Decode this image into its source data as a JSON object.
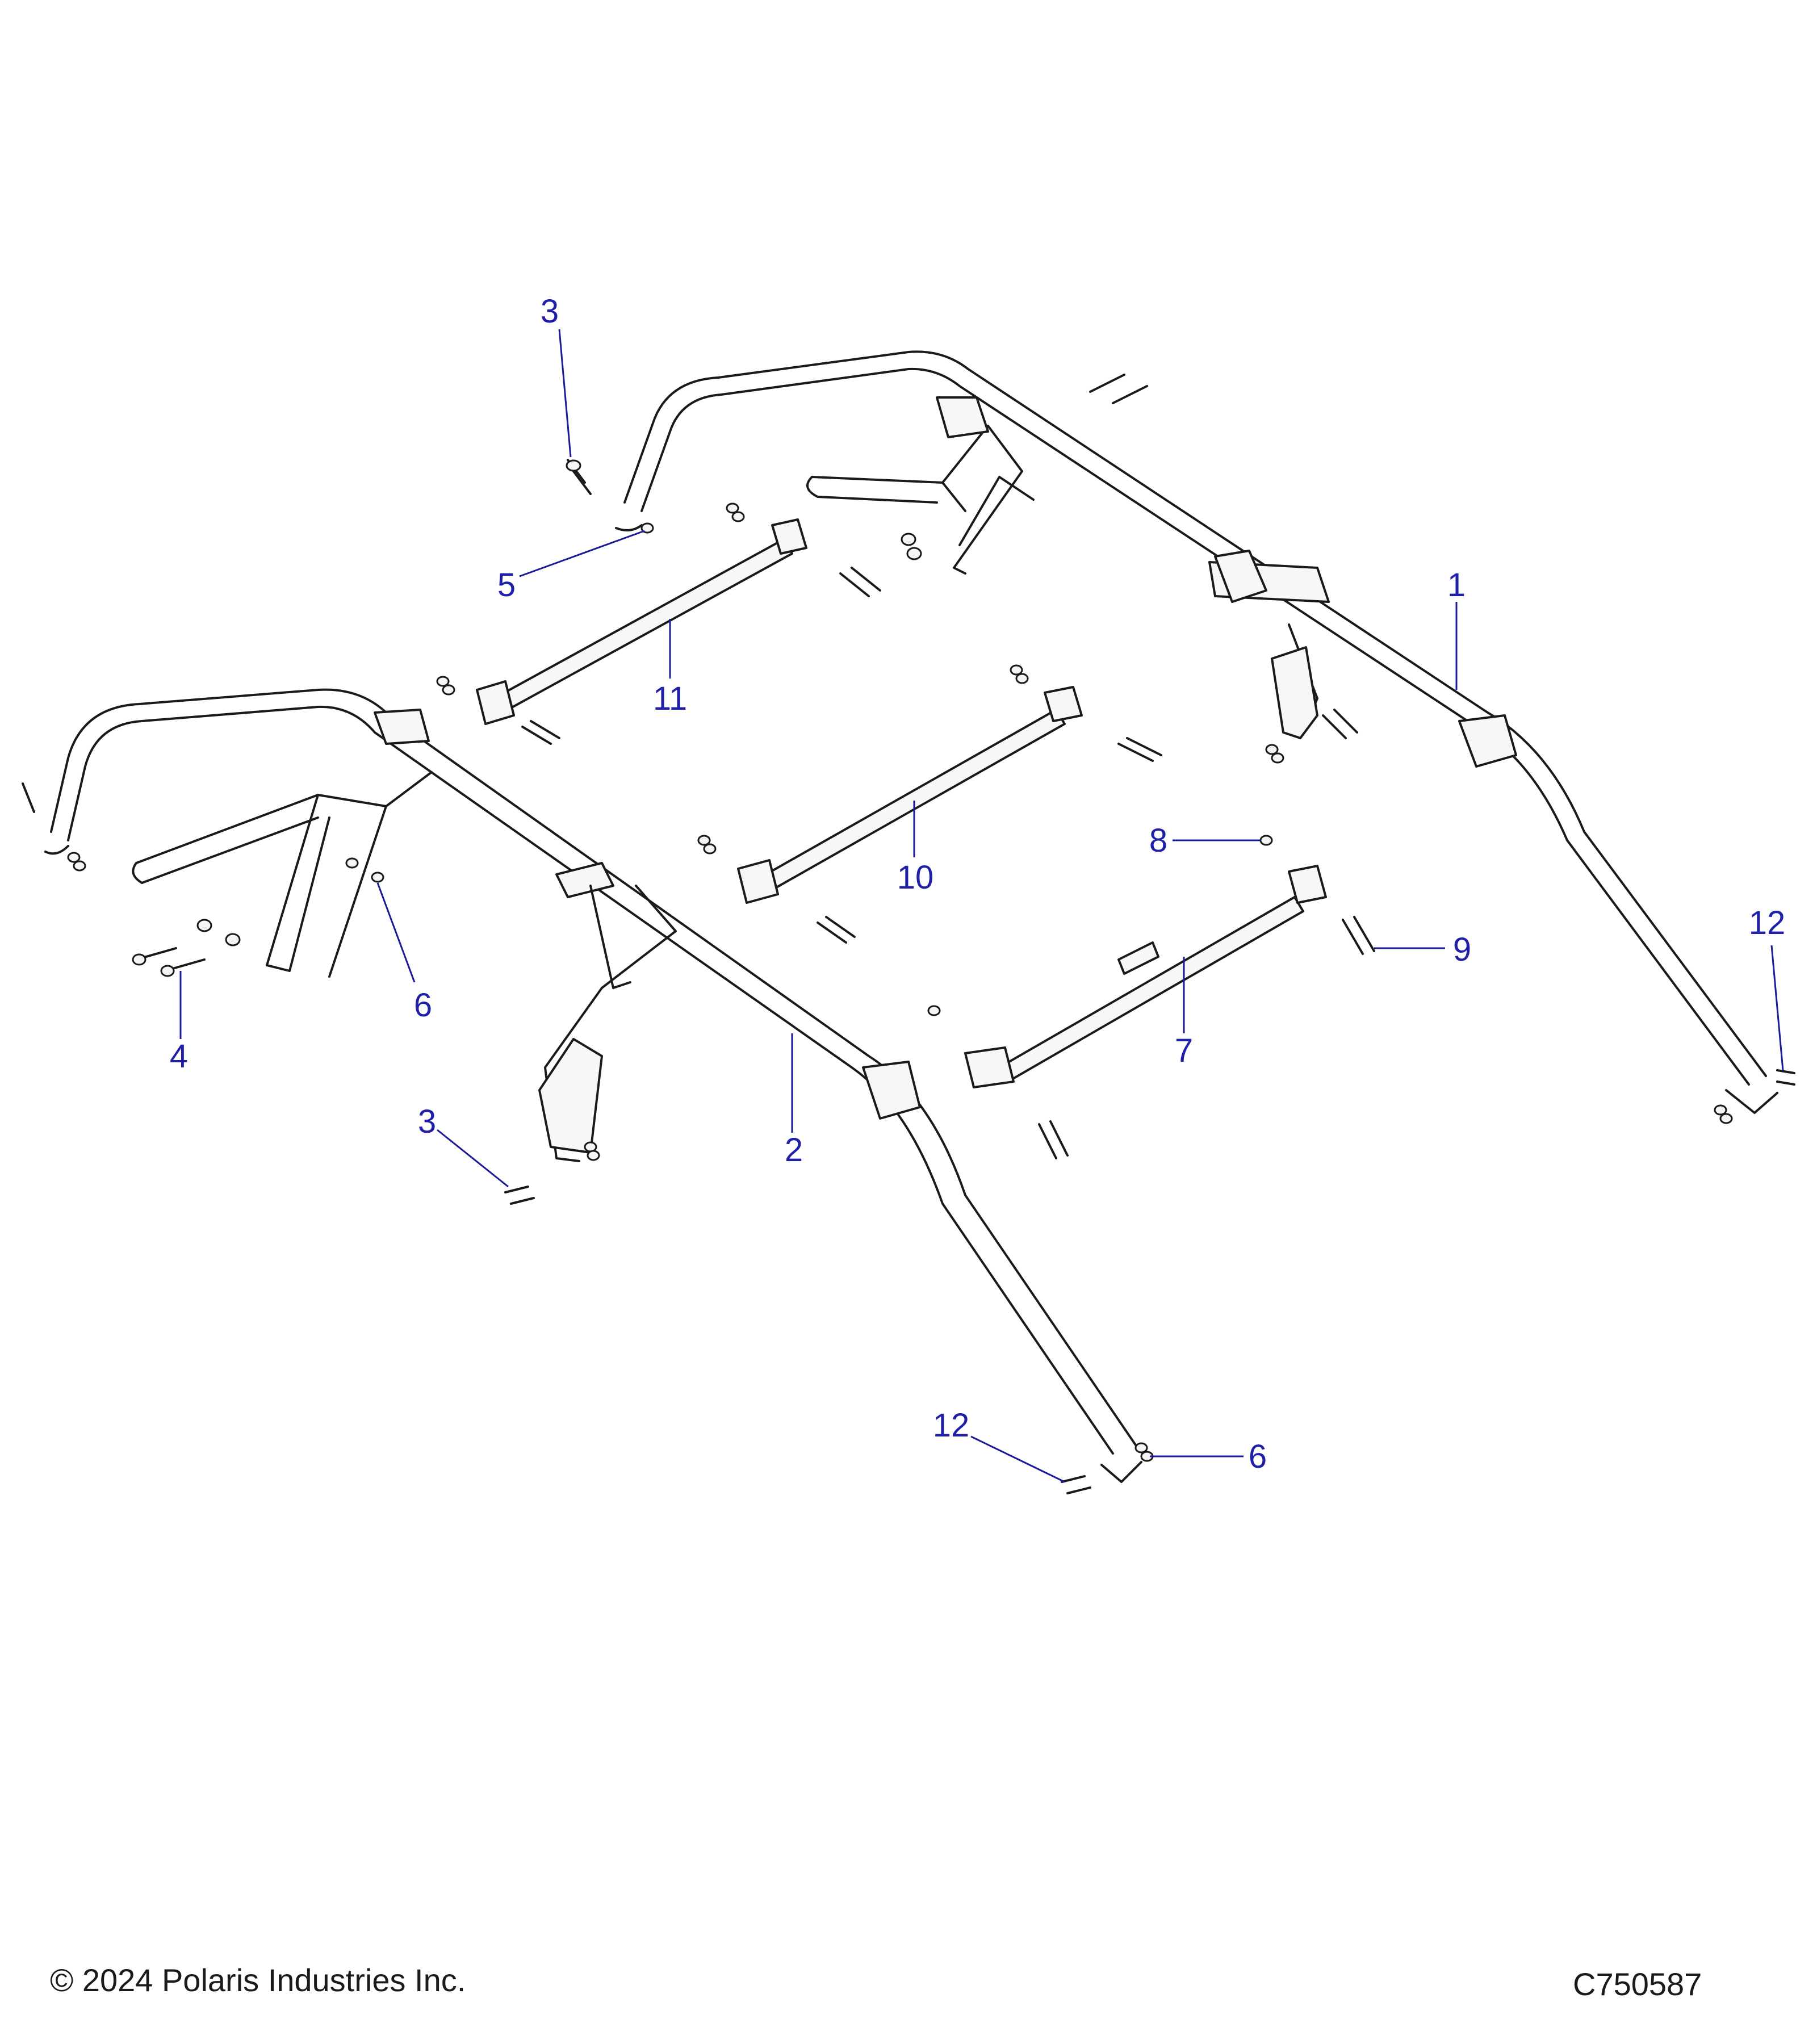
{
  "callouts": [
    {
      "id": "c1",
      "label": "1"
    },
    {
      "id": "c2",
      "label": "2"
    },
    {
      "id": "c3a",
      "label": "3"
    },
    {
      "id": "c3b",
      "label": "3"
    },
    {
      "id": "c4",
      "label": "4"
    },
    {
      "id": "c5",
      "label": "5"
    },
    {
      "id": "c6a",
      "label": "6"
    },
    {
      "id": "c6b",
      "label": "6"
    },
    {
      "id": "c7",
      "label": "7"
    },
    {
      "id": "c8",
      "label": "8"
    },
    {
      "id": "c9",
      "label": "9"
    },
    {
      "id": "c10",
      "label": "10"
    },
    {
      "id": "c11",
      "label": "11"
    },
    {
      "id": "c12a",
      "label": "12"
    },
    {
      "id": "c12b",
      "label": "12"
    }
  ],
  "footer": {
    "copyright": "© 2024 Polaris Industries Inc.",
    "drawing_number": "C750587"
  }
}
